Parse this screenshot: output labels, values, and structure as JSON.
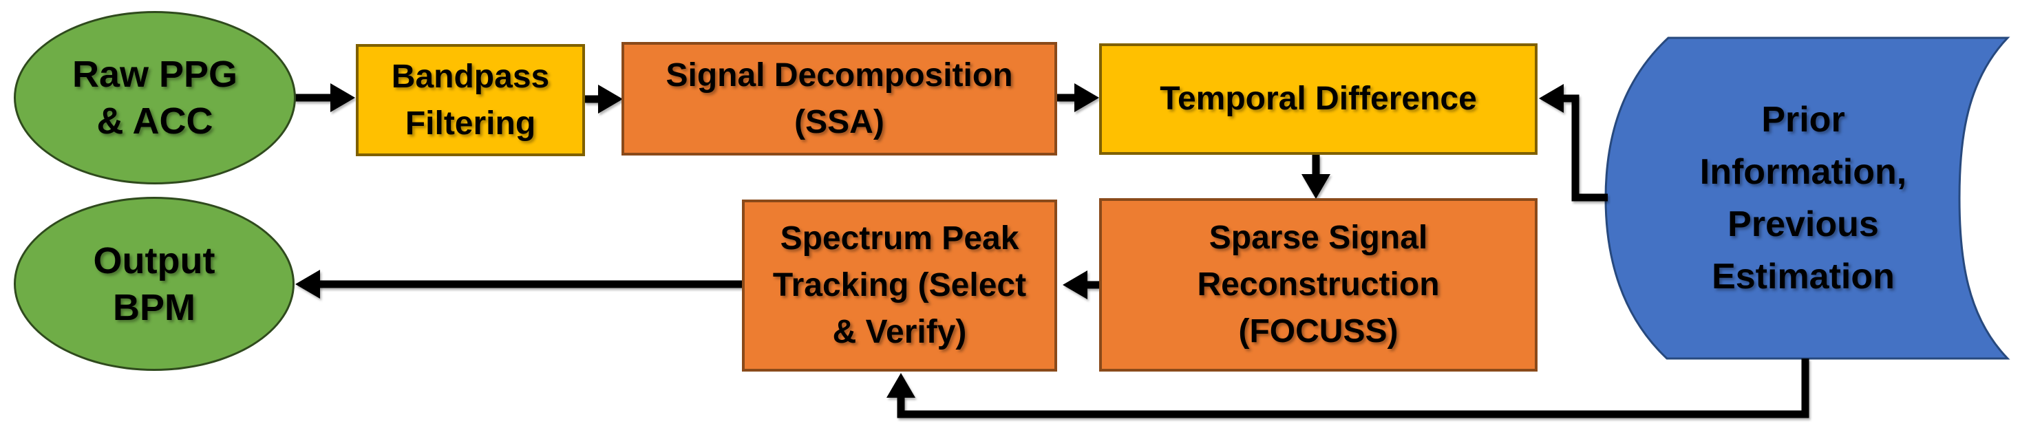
{
  "diagram": {
    "type": "flowchart",
    "nodes": {
      "raw_input": {
        "label": "Raw PPG\n& ACC",
        "shape": "ellipse",
        "color": "green"
      },
      "bandpass": {
        "label": "Bandpass\nFiltering",
        "shape": "rect",
        "color": "yellow"
      },
      "ssa": {
        "label": "Signal Decomposition\n(SSA)",
        "shape": "rect",
        "color": "orange"
      },
      "temporal": {
        "label": "Temporal Difference",
        "shape": "rect",
        "color": "yellow"
      },
      "sparse": {
        "label": "Sparse Signal\nReconstruction\n(FOCUSS)",
        "shape": "rect",
        "color": "orange"
      },
      "spectrum": {
        "label": "Spectrum Peak\nTracking (Select\n& Verify)",
        "shape": "rect",
        "color": "orange"
      },
      "output": {
        "label": "Output\nBPM",
        "shape": "ellipse",
        "color": "green"
      },
      "prior": {
        "label": "Prior\nInformation,\nPrevious\nEstimation",
        "shape": "stored-data",
        "color": "blue"
      }
    },
    "edges": [
      {
        "from": "raw_input",
        "to": "bandpass"
      },
      {
        "from": "bandpass",
        "to": "ssa"
      },
      {
        "from": "ssa",
        "to": "temporal"
      },
      {
        "from": "prior",
        "to": "temporal"
      },
      {
        "from": "temporal",
        "to": "sparse"
      },
      {
        "from": "sparse",
        "to": "spectrum"
      },
      {
        "from": "prior",
        "to": "spectrum"
      },
      {
        "from": "spectrum",
        "to": "output"
      }
    ],
    "colors": {
      "green_fill": "#6FAD47",
      "green_border": "#2F4A1D",
      "yellow_fill": "#FFC000",
      "yellow_border": "#7F6000",
      "orange_fill": "#ED7D31",
      "orange_border": "#8A4A1A",
      "blue_fill": "#4472C4",
      "blue_border": "#27497E",
      "arrow": "#000000"
    }
  }
}
